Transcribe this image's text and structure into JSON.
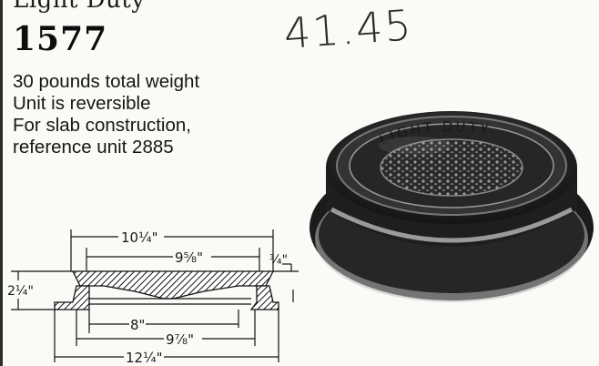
{
  "product": {
    "series_title": "Light Duty",
    "model_number": "1577",
    "handwritten_price": "41.45",
    "specs": [
      "30 pounds total weight",
      "Unit is reversible",
      "For slab construction,",
      "reference unit 2885"
    ]
  },
  "drawing": {
    "dim_top_width": "10¼\"",
    "dim_cover_width": "9⅝\"",
    "dim_cover_thickness": "¾\"",
    "dim_overall_height": "2¼\"",
    "dim_opening": "8\"",
    "dim_flange_inner": "9⅞\"",
    "dim_base_width": "12¼\""
  },
  "photo": {
    "cover_text": "LIGHT DUTY"
  },
  "colors": {
    "ink": "#151515",
    "paper": "#fbfaf7",
    "metal_dark": "#1e1e1e"
  }
}
